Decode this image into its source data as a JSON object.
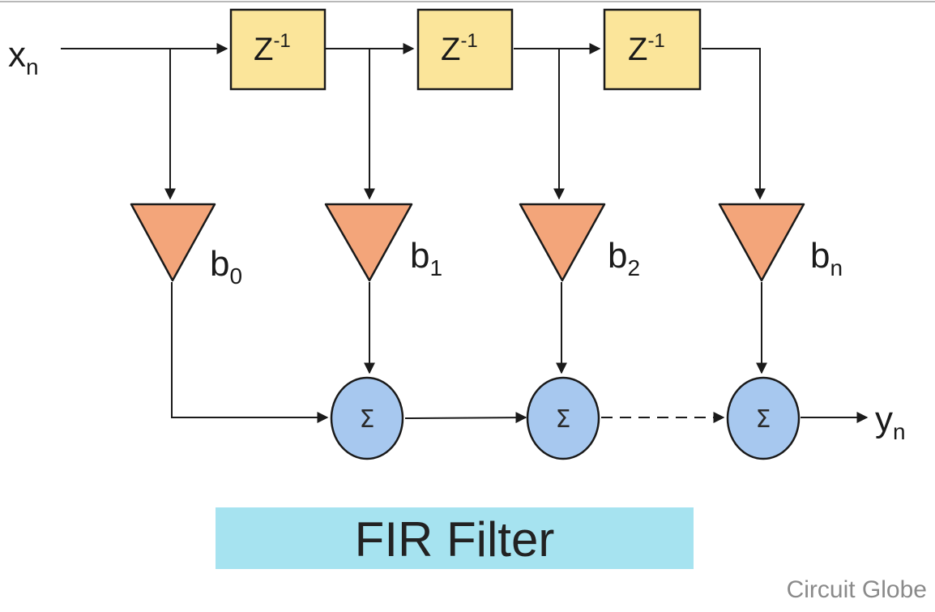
{
  "input_signal": {
    "label": "x",
    "subscript": "n"
  },
  "output_signal": {
    "label": "y",
    "subscript": "n"
  },
  "delay_blocks": [
    {
      "base": "Z",
      "exponent": "-1"
    },
    {
      "base": "Z",
      "exponent": "-1"
    },
    {
      "base": "Z",
      "exponent": "-1"
    }
  ],
  "coefficients": [
    {
      "label": "b",
      "subscript": "0"
    },
    {
      "label": "b",
      "subscript": "1"
    },
    {
      "label": "b",
      "subscript": "2"
    },
    {
      "label": "b",
      "subscript": "n"
    }
  ],
  "adders": [
    {
      "symbol": "Σ"
    },
    {
      "symbol": "Σ"
    },
    {
      "symbol": "Σ"
    }
  ],
  "title": "FIR Filter",
  "credit": "Circuit Globe",
  "colors": {
    "delay_fill": "#fbe59a",
    "delay_stroke": "#1a1a1a",
    "gain_fill": "#f3a57a",
    "adder_fill": "#a7c8ef",
    "title_band": "#a6e3f0",
    "line": "#1a1a1a"
  }
}
